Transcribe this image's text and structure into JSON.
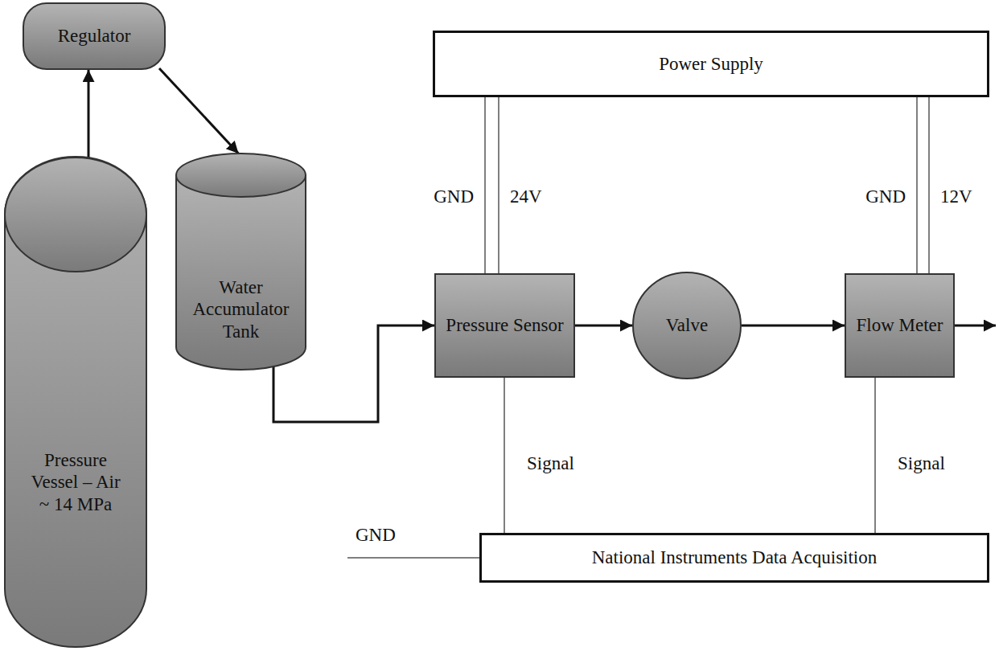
{
  "diagram": {
    "nodes": [
      {
        "text": [
          "Regulator"
        ]
      },
      {
        "text": [
          "Pressure Vessel – Air ~ 14 MPa"
        ]
      },
      {
        "text": [
          "Water Accumulator Tank"
        ]
      },
      {
        "text": [
          "Power Supply"
        ]
      },
      {
        "text": [
          "Pressure Sensor"
        ]
      },
      {
        "text": [
          "Valve"
        ]
      },
      {
        "text": [
          "Flow Meter"
        ]
      },
      {
        "text": [
          "National Instruments Data Acquisition"
        ]
      }
    ],
    "edges": [
      {
        "from": 1,
        "to": 0,
        "arrow": "to"
      },
      {
        "from": 0,
        "to": 2,
        "arrow": "to"
      },
      {
        "from": 2,
        "to": 4,
        "arrow": "to"
      },
      {
        "from": 4,
        "to": 5,
        "arrow": "to"
      },
      {
        "from": 5,
        "to": 6,
        "arrow": "to"
      },
      {
        "from": 3,
        "to": 4,
        "label": "GND",
        "arrow": "none"
      },
      {
        "from": 3,
        "to": 4,
        "label": "24V",
        "arrow": "none"
      },
      {
        "from": 3,
        "to": 6,
        "label": "GND",
        "arrow": "none"
      },
      {
        "from": 3,
        "to": 6,
        "label": "12V",
        "arrow": "none"
      },
      {
        "from": 4,
        "to": 7,
        "label": "Signal",
        "arrow": "none"
      },
      {
        "from": 6,
        "to": 7,
        "label": "Signal",
        "arrow": "none"
      }
    ],
    "labels": [
      "GND"
    ]
  }
}
